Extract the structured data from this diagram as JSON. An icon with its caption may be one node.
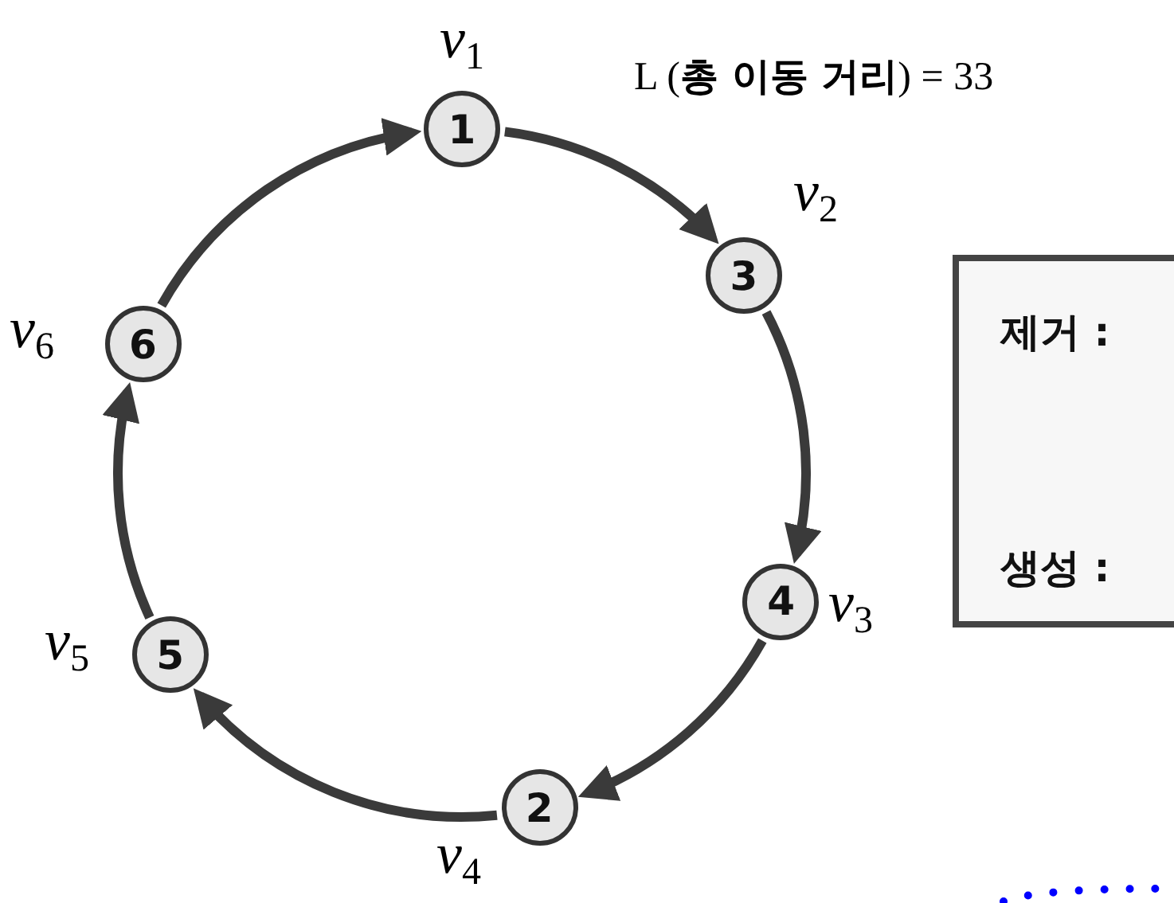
{
  "diagram": {
    "nodes": [
      {
        "text": [
          "1"
        ],
        "beside": [
          "*v*$_{1}$"
        ]
      },
      {
        "text": [
          "3"
        ],
        "beside": [
          "*v*$_{2}$"
        ]
      },
      {
        "text": [
          "4"
        ],
        "beside": [
          "*v*$_{3}$"
        ]
      },
      {
        "text": [
          "2"
        ],
        "beside": [
          "*v*$_{4}$"
        ]
      },
      {
        "text": [
          "5"
        ],
        "beside": [
          "*v*$_{5}$"
        ]
      },
      {
        "text": [
          "6"
        ],
        "beside": [
          "*v*$_{6}$"
        ]
      },
      {
        "text": [
          "제거 :",
          "생성 :"
        ]
      }
    ],
    "edges": [
      {
        "from": 0,
        "to": 1,
        "arrow": "to"
      },
      {
        "from": 1,
        "to": 2,
        "arrow": "to"
      },
      {
        "from": 2,
        "to": 3,
        "arrow": "to"
      },
      {
        "from": 3,
        "to": 4,
        "arrow": "to"
      },
      {
        "from": 4,
        "to": 5,
        "arrow": "to"
      },
      {
        "from": 5,
        "to": 0,
        "arrow": "to"
      }
    ],
    "labels": [
      "L (**총 이동 거리**) = 33"
    ]
  }
}
